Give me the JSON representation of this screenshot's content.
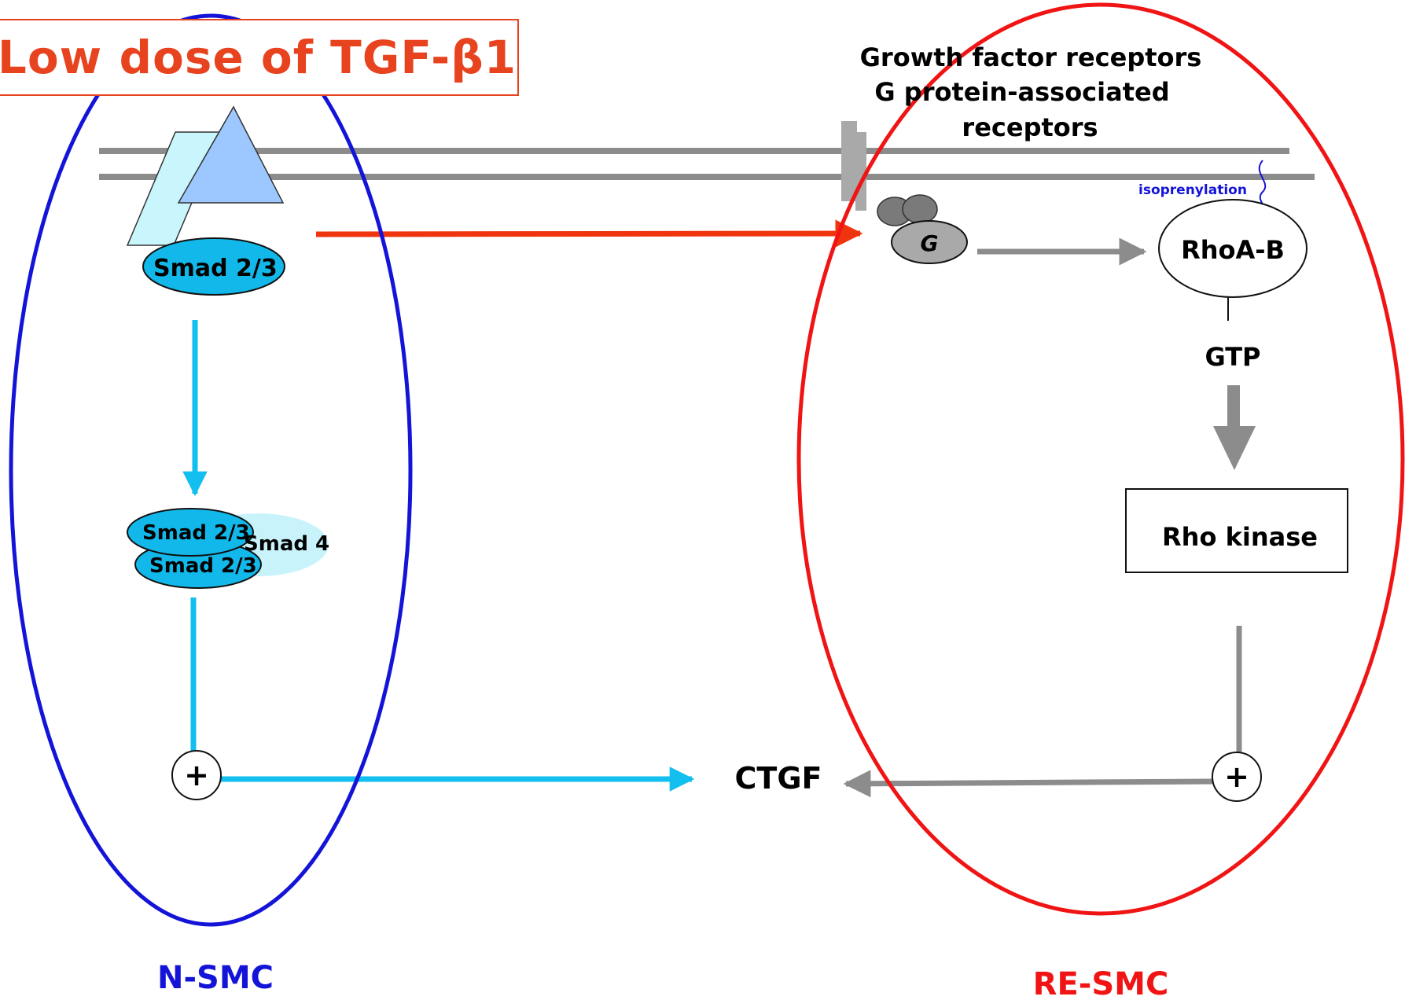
{
  "title": "Low dose of TGF-β1",
  "receptor_label": {
    "line1": "Growth factor receptors",
    "line2": "G protein-associated",
    "line3": "receptors"
  },
  "nodes": {
    "smad23_top": "Smad 2/3",
    "smad23_a": "Smad 2/3",
    "smad23_b": "Smad 2/3",
    "smad4": "Smad 4",
    "plus_left": "+",
    "plus_right": "+",
    "ctgf": "CTGF",
    "g_protein": "G",
    "rhoab": "RhoA-B",
    "isoprenylation": "isoprenylation",
    "gtp": "GTP",
    "rho_kinase": "Rho kinase"
  },
  "cells": {
    "left": "N-SMC",
    "right": "RE-SMC"
  },
  "colors": {
    "title": "#e8431f",
    "n_smc": "#1414d8",
    "re_smc": "#f01414",
    "smad": "#13b8ea",
    "smad_pale": "#c9f3fb",
    "arrow_cyan": "#12bfee",
    "arrow_red": "#f0340e",
    "arrow_gray": "#8c8c8c",
    "membrane": "#8c8c8c"
  }
}
